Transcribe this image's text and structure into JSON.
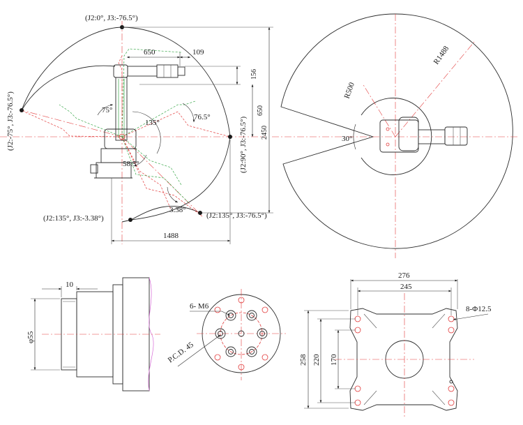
{
  "side_view": {
    "pose_top": "(J2:0°, J3:-76.5°)",
    "pose_left": "(J2:-75°, J3:-76.5°)",
    "pose_right": "(J2:90°, J3:-76.5°)",
    "pose_bottom_left": "(J2:135°, J3:-3.38°)",
    "pose_bottom_right": "(J2:135°, J3:-76.5°)",
    "dim_650_top": "650",
    "dim_109": "109",
    "dim_156": "156",
    "dim_650_right": "650",
    "dim_2450": "2450",
    "dim_1488": "1488",
    "angle_75": "75°",
    "angle_135": "135°",
    "angle_76_5": "76.5°",
    "angle_58_5": "58.5°",
    "angle_3_38": "3.38°"
  },
  "top_view": {
    "radius_label": "R1488",
    "inner_radius_label": "R500",
    "angle_30": "30°"
  },
  "flange_side": {
    "dim_10": "10",
    "dim_phi55": "φ55"
  },
  "flange_front": {
    "thread_label": "6- M6",
    "pcd_label": "P.C.D. 45"
  },
  "base_plate": {
    "dim_276": "276",
    "dim_245": "245",
    "hole_label": "8-Φ12.5",
    "dim_258": "258",
    "dim_220": "220",
    "dim_170": "170"
  }
}
